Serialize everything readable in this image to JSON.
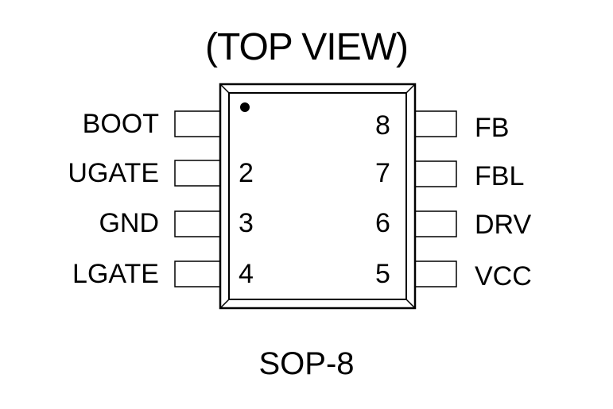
{
  "title": "(TOP VIEW)",
  "package": "SOP-8",
  "pins_left": [
    {
      "number": "1",
      "label": "BOOT",
      "number_shown": false
    },
    {
      "number": "2",
      "label": "UGATE",
      "number_shown": true
    },
    {
      "number": "3",
      "label": "GND",
      "number_shown": true
    },
    {
      "number": "4",
      "label": "LGATE",
      "number_shown": true
    }
  ],
  "pins_right": [
    {
      "number": "8",
      "label": "FB",
      "number_shown": true
    },
    {
      "number": "7",
      "label": "FBL",
      "number_shown": true
    },
    {
      "number": "6",
      "label": "DRV",
      "number_shown": true
    },
    {
      "number": "5",
      "label": "VCC",
      "number_shown": true
    }
  ],
  "pin1_marker": "dot"
}
